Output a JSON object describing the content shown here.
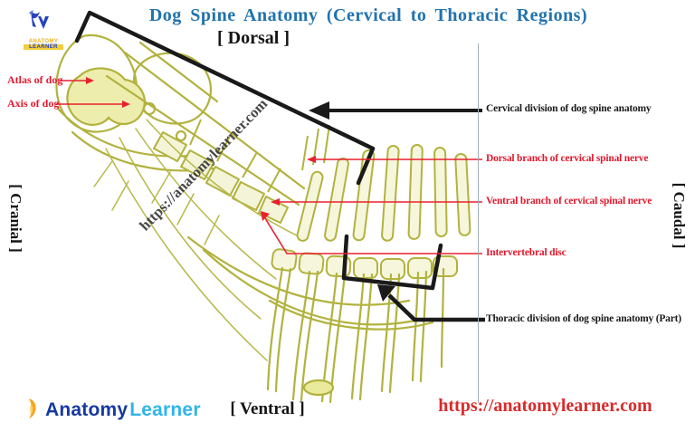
{
  "title": "Dog Spine Anatomy (Cervical to Thoracic Regions)",
  "orientation_labels": {
    "dorsal": "[ Dorsal ]",
    "ventral": "[ Ventral ]",
    "cranial": "[ Cranial ]",
    "caudal": "[ Caudal ]"
  },
  "anatomy_labels": {
    "atlas": "Atlas of dog",
    "axis": "Axis of dog",
    "cervical_division": "Cervical division of dog spine anatomy",
    "dorsal_branch": "Dorsal branch of cervical spinal nerve",
    "ventral_branch": "Ventral branch of cervical spinal nerve",
    "intervertebral_disc": "Intervertebral disc",
    "thoracic_division": "Thoracic division of dog spine anatomy (Part)"
  },
  "watermark_text": "https://anatomylearner.com",
  "footer": {
    "website_url": "https://anatomylearner.com",
    "logo_primary": "Anatomy",
    "logo_secondary": "Learner"
  },
  "header_logo": {
    "line1": "ANATOMY",
    "line2": "LEARNER"
  },
  "colors": {
    "title_blue": "#2173ae",
    "label_red": "#e0192d",
    "annotation_black": "#1a1a1a",
    "bone_olive": "#b2b23e",
    "bone_fill": "#f4f4d8",
    "url_red": "#d92b2b",
    "logo_navy": "#16399e",
    "logo_cyan": "#2fb5ea",
    "logo_orange": "#f5a623",
    "divider_gray": "#9fb0b5"
  }
}
